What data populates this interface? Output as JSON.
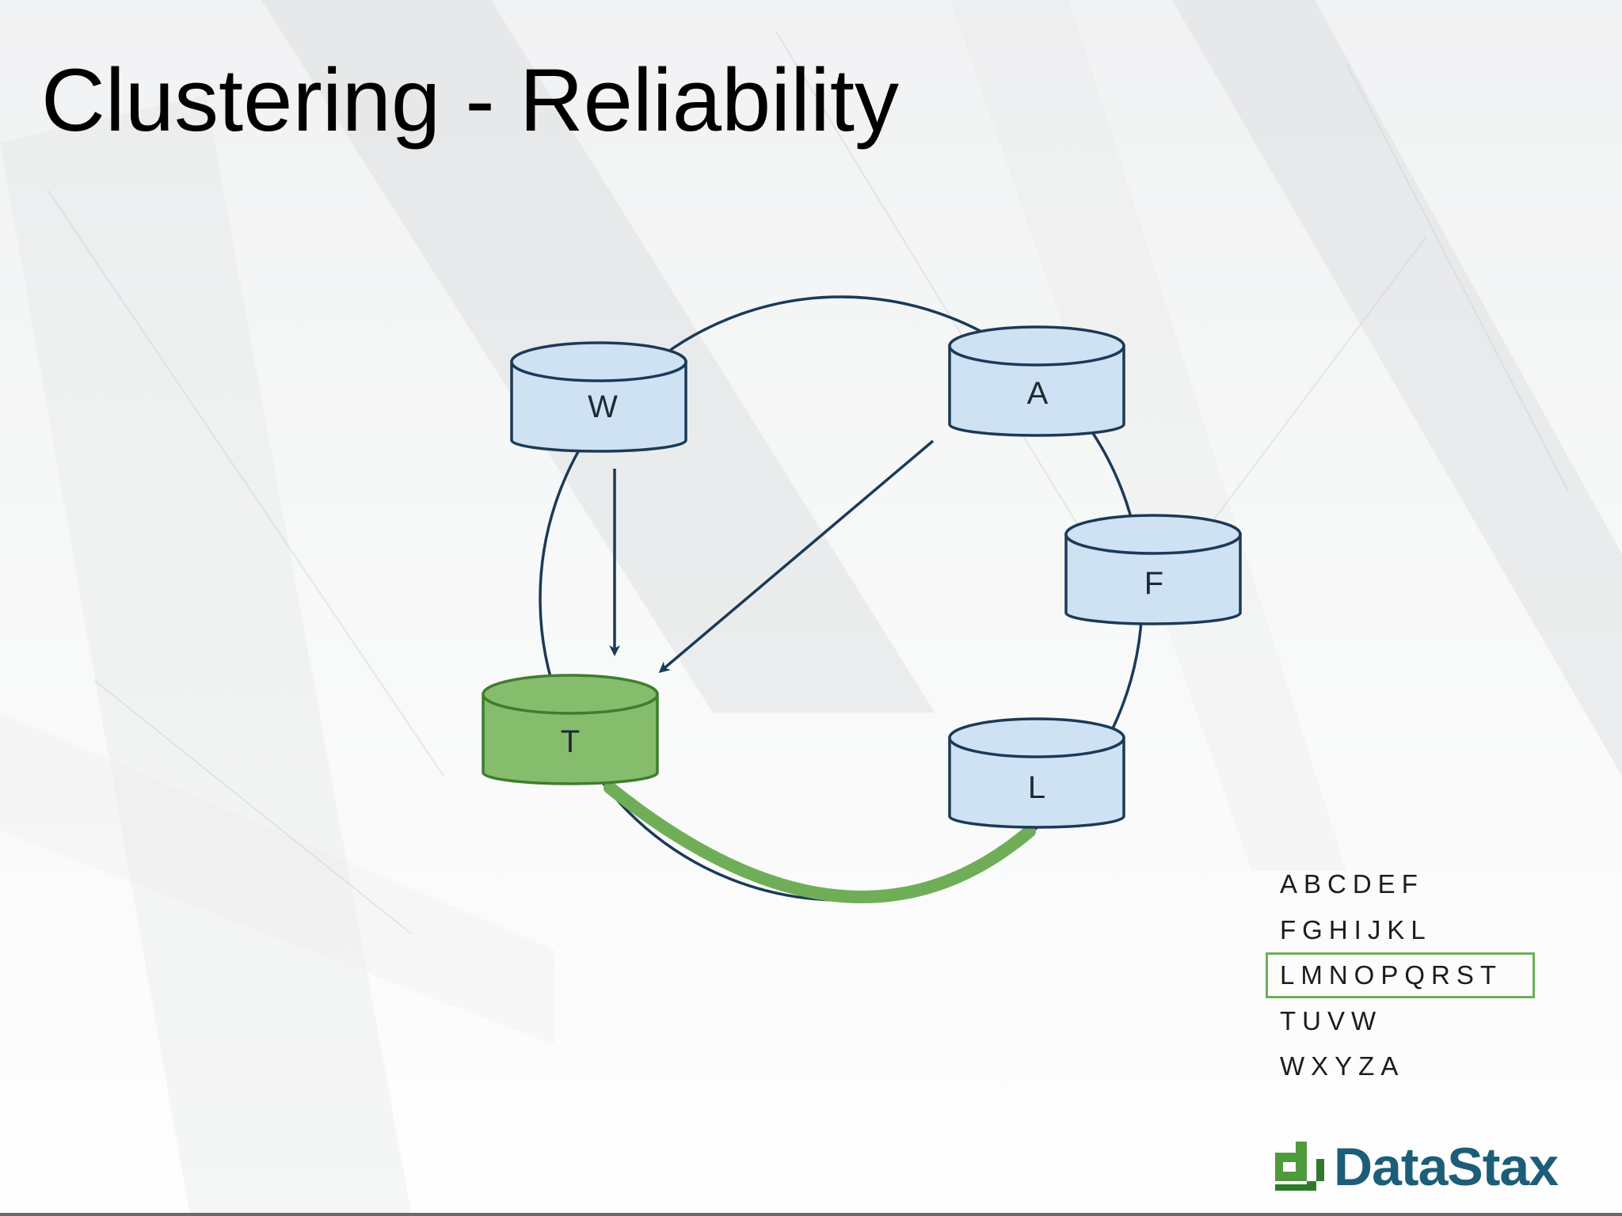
{
  "slide": {
    "title": "Clustering - Reliability"
  },
  "ring": {
    "nodes": [
      {
        "id": "W",
        "label": "W",
        "state": "normal"
      },
      {
        "id": "A",
        "label": "A",
        "state": "normal"
      },
      {
        "id": "F",
        "label": "F",
        "state": "normal"
      },
      {
        "id": "T",
        "label": "T",
        "state": "highlighted"
      },
      {
        "id": "L",
        "label": "L",
        "state": "normal"
      }
    ],
    "edges": [
      {
        "from": "W",
        "to": "T",
        "type": "arrow"
      },
      {
        "from": "A",
        "to": "T",
        "type": "arrow"
      },
      {
        "from": "T",
        "to": "L",
        "type": "highlighted-arc"
      }
    ]
  },
  "token_ranges": {
    "rows": [
      "ABCDEF",
      "FGHIJKL",
      "LMNOPQRST",
      "TUVW",
      "WXYZA"
    ],
    "highlighted_row": "LMNOPQRST"
  },
  "logo": {
    "text": "DataStax"
  },
  "colors": {
    "node_fill": "#cfe2f3",
    "node_stroke": "#1b3a57",
    "highlight_fill": "#86bd6d",
    "highlight_stroke": "#3f7d2e",
    "arc_highlight": "#6fae57",
    "arrow": "#1b3a57",
    "logo_green": "#4f9a3c",
    "logo_blue": "#1d5d78"
  }
}
